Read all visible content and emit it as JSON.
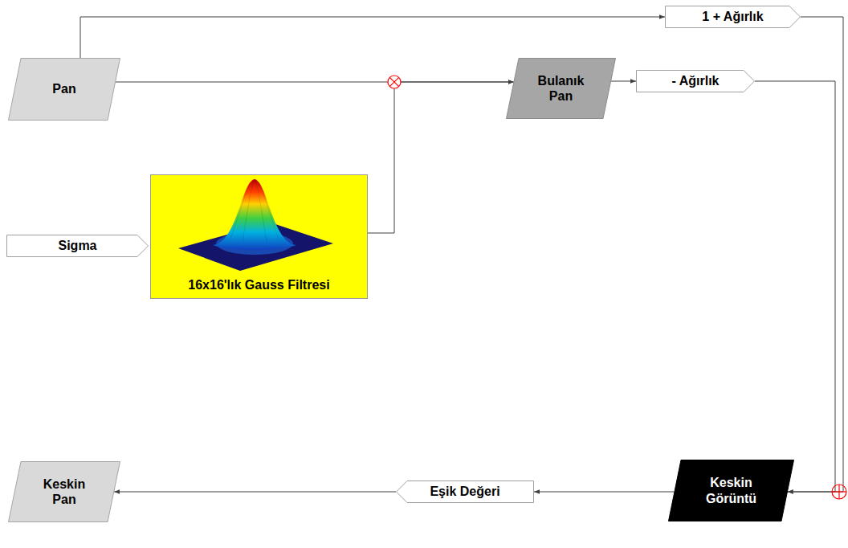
{
  "diagram": {
    "nodes": [
      {
        "text": [
          "1 + Ağırlık"
        ]
      },
      {
        "text": [
          "Pan"
        ]
      },
      {
        "text": [
          "Bulanık Pan"
        ]
      },
      {
        "text": [
          "- Ağırlık"
        ]
      },
      {
        "text": [
          "16x16'lık Gauss Filtresi"
        ]
      },
      {
        "text": [
          "Sigma"
        ]
      },
      {
        "text": [
          "Keskin Pan"
        ]
      },
      {
        "text": [
          "Eşik Değeri"
        ]
      },
      {
        "text": [
          "Keskin Görüntü"
        ]
      }
    ],
    "edges": [
      {
        "from": 1,
        "to": 0,
        "arrow": "to"
      },
      {
        "from": 1,
        "to": 2,
        "arrow": "to"
      },
      {
        "from": 4,
        "to": 2,
        "arrow": "to"
      },
      {
        "from": 2,
        "to": 3,
        "arrow": "to"
      },
      {
        "from": 0,
        "to": 8,
        "arrow": "to"
      },
      {
        "from": 3,
        "to": 8,
        "arrow": "to"
      },
      {
        "from": 8,
        "to": 7,
        "arrow": "to"
      },
      {
        "from": 7,
        "to": 6,
        "arrow": "to"
      }
    ]
  }
}
